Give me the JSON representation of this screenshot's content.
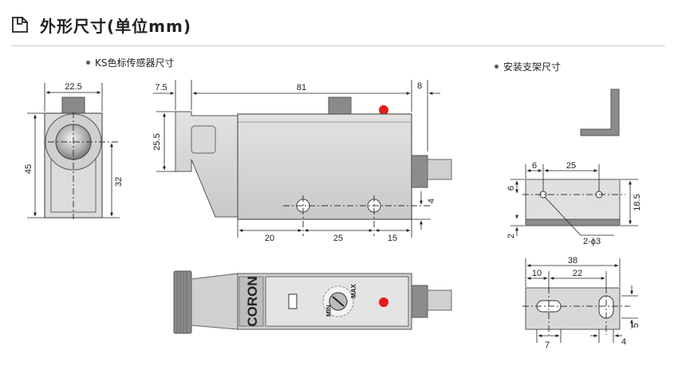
{
  "header": {
    "title": "外形尺寸(单位mm)",
    "icon": "document-corner-icon"
  },
  "captions": {
    "sensor": "KS色标传感器尺寸",
    "bracket": "安装支架尺寸"
  },
  "front_view": {
    "width": "22.5",
    "height": "45",
    "center_height": "32"
  },
  "side_view": {
    "left_offset": "7.5",
    "length": "81",
    "right_offset": "8",
    "lens_height": "25.5",
    "bottom_gap": "4",
    "hole_x1": "20",
    "hole_spacing": "25",
    "hole_x2": "15"
  },
  "top_view": {
    "brand": "CORON",
    "knob_max": "MAX",
    "knob_min": "MIN"
  },
  "bracket_side": {
    "hole_offset": "6",
    "hole_spacing": "25",
    "hole_vertical": "6",
    "plate_height": "18.5",
    "thickness": "2",
    "hole_callout": "2-ϕ3"
  },
  "bracket_top": {
    "length": "38",
    "slot_offset": "10",
    "slot_spacing": "22",
    "slot_width": "7",
    "slot_height": "5",
    "slot_thickness": "4"
  }
}
